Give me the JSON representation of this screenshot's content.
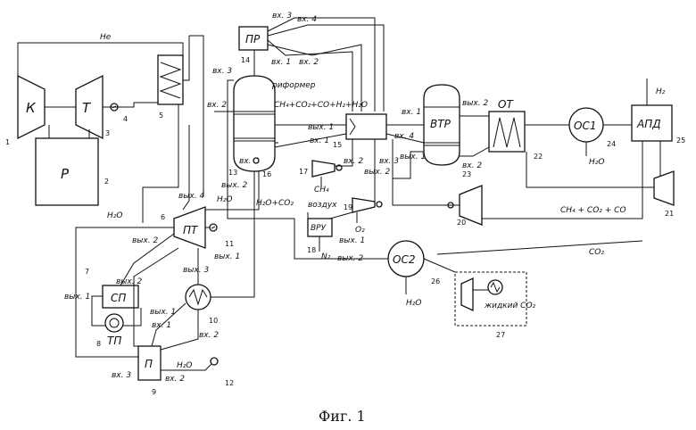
{
  "equipment": {
    "k": "К",
    "r": "Р",
    "t": "Т",
    "pr": "ПР",
    "vtr": "ВТР",
    "ot": "ОТ",
    "os1": "ОС1",
    "apd": "АПД",
    "vru": "ВРУ",
    "os2": "ОС2",
    "pt": "ПТ",
    "sp": "СП",
    "tp": "ТП",
    "p": "П"
  },
  "numbers": {
    "n1": "1",
    "n2": "2",
    "n3": "3",
    "n4": "4",
    "n5": "5",
    "n6": "6",
    "n7": "7",
    "n8": "8",
    "n9": "9",
    "n10": "10",
    "n11": "11",
    "n12": "12",
    "n13": "13",
    "n14": "14",
    "n15": "15",
    "n16": "16",
    "n17": "17",
    "n18": "18",
    "n19": "19",
    "n20": "20",
    "n21": "21",
    "n22": "22",
    "n23": "23",
    "n24": "24",
    "n25": "25",
    "n26": "26",
    "n27": "27"
  },
  "ports": {
    "vx1": "вх. 1",
    "vx2": "вх. 2",
    "vx3": "вх. 3",
    "vx4": "вх. 4",
    "vyx1": "вых. 1",
    "vyx2": "вых. 2",
    "vyx3": "вых. 3",
    "vyx4": "вых. 4"
  },
  "streams": {
    "he": "He",
    "reformer": "риформер",
    "reformer_gas": "CH₄+CO₂+CO+H₂+H₂O",
    "h2o": "H₂O",
    "h2o_co2": "H₂O+CO₂",
    "ch4": "CH₄",
    "air": "воздух",
    "o2": "O₂",
    "n2": "N₂",
    "h2": "H₂",
    "recycle_gas": "CH₄ + CO₂ + CO",
    "co2": "CO₂",
    "liquid_co2": "жидкий CO₂"
  },
  "caption": "Фиг. 1"
}
